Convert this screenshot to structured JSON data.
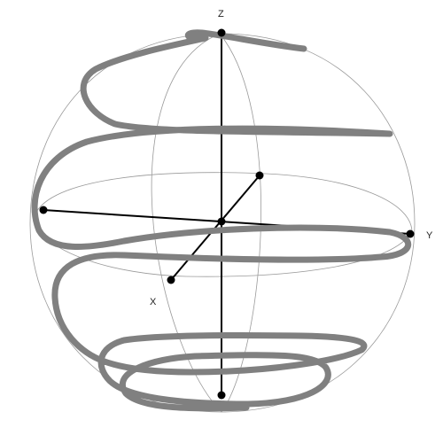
{
  "axes": {
    "x_label": "X",
    "y_label": "Y",
    "z_label": "Z"
  },
  "colors": {
    "background": "#ffffff",
    "sphere_grid": "#9a9a9a",
    "axis": "#000000",
    "spiral": "#808080",
    "point": "#000000"
  }
}
